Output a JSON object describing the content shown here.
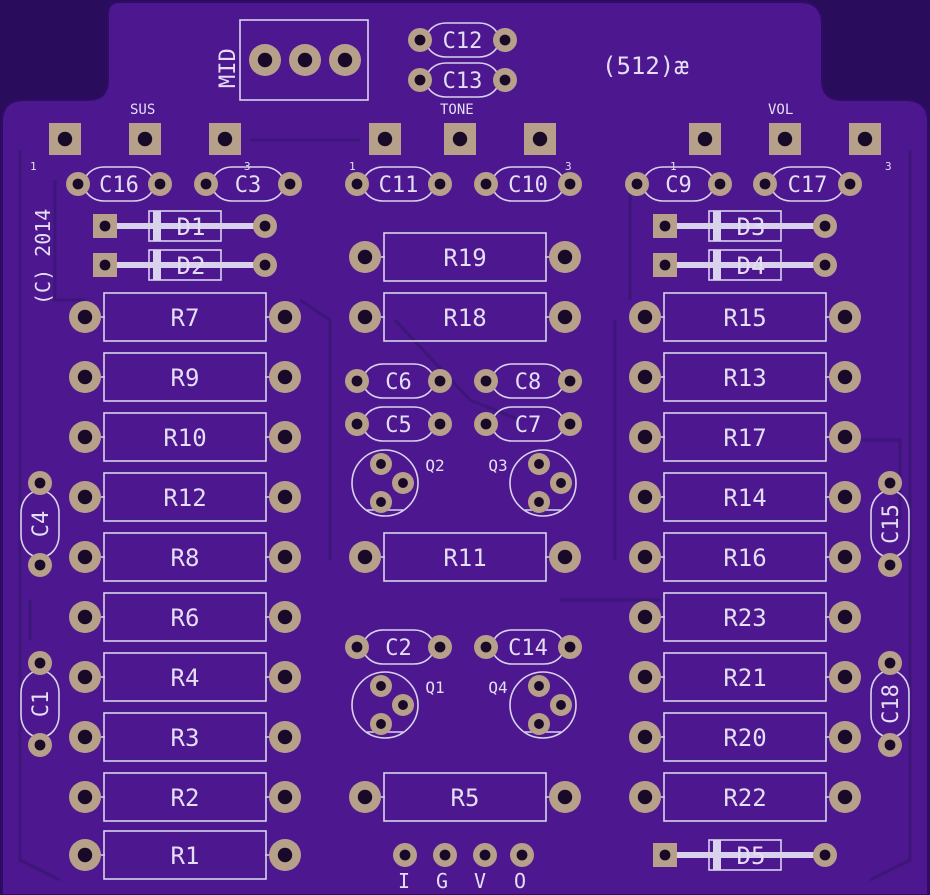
{
  "board": {
    "mark": "(512)æ",
    "copyright": "(C) 2014",
    "pin_labels": [
      "1",
      "3"
    ],
    "colors": {
      "background": "#2a0c5c",
      "board": "#4d178f",
      "trace": "#3c1678",
      "silk": "#d8d2ec",
      "pad": "#b7a08a"
    }
  },
  "pots": [
    {
      "label": "SUS"
    },
    {
      "label": "TONE"
    },
    {
      "label": "VOL"
    },
    {
      "label": "MID"
    }
  ],
  "io": [
    "I",
    "G",
    "V",
    "O"
  ],
  "resistors": [
    "R7",
    "R9",
    "R10",
    "R12",
    "R8",
    "R6",
    "R4",
    "R3",
    "R2",
    "R1",
    "R19",
    "R18",
    "R11",
    "R5",
    "R15",
    "R13",
    "R17",
    "R14",
    "R16",
    "R23",
    "R21",
    "R20",
    "R22"
  ],
  "capacitors": [
    "C12",
    "C13",
    "C16",
    "C3",
    "C11",
    "C10",
    "C9",
    "C17",
    "C6",
    "C8",
    "C5",
    "C7",
    "C2",
    "C14",
    "C4",
    "C1",
    "C15",
    "C18"
  ],
  "diodes": [
    "D1",
    "D2",
    "D3",
    "D4",
    "D5"
  ],
  "transistors": [
    "Q1",
    "Q2",
    "Q3",
    "Q4"
  ]
}
